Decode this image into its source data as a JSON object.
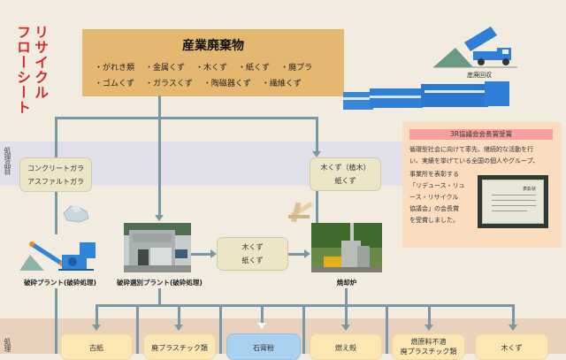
{
  "title": {
    "line1": "リサイクル",
    "line2": "フローシート"
  },
  "bands": {
    "upper_label": "処理品目",
    "lower_label": "処理"
  },
  "source": {
    "title": "産業廃棄物",
    "row1": [
      "・がれき類",
      "・金属くず",
      "・木くず",
      "・紙くず",
      "・廃プラ"
    ],
    "row2": [
      "・ゴムくず",
      "・ガラスくず",
      "・陶磁器くず",
      "・繊維くず"
    ]
  },
  "truck": {
    "label": "産廃回収"
  },
  "items": {
    "left": {
      "line1": "コンクリートガラ",
      "line2": "アスファルトガラ"
    },
    "right": {
      "line1": "木くず（植木）",
      "line2": "紙くず"
    },
    "middle": {
      "line1": "木くず",
      "line2": "紙くず"
    }
  },
  "plants": [
    {
      "label": "破砕プラント(破砕処理)"
    },
    {
      "label": "破砕選別プラント(破砕処理)"
    },
    {
      "label": "焼却炉"
    }
  ],
  "award": {
    "title": "3R協議会会長賞受賞",
    "lines_full": [
      "循環型社会に向けて率先、継続的な活動を行",
      "い、実績を挙げている全国の個人やグループ、"
    ],
    "lines_short": [
      "事業所を表彰する",
      "「リデュース・リュ",
      "ース・リサイクル",
      "協議会」の会長賞",
      "を受賞しました。"
    ],
    "certificate_heading": "表彰状"
  },
  "outputs": [
    {
      "line1": "古紙",
      "line2": "",
      "color": "#fbe6b4"
    },
    {
      "line1": "廃プラスチック類",
      "line2": "",
      "color": "#fbe6b4"
    },
    {
      "line1": "石膏粉",
      "line2": "",
      "color": "#a8d2ef"
    },
    {
      "line1": "燃え殻",
      "line2": "",
      "color": "#fbe6b4"
    },
    {
      "line1": "燃原料不適",
      "line2": "廃プラスチック類",
      "color": "#fbe6b4"
    },
    {
      "line1": "木くず",
      "line2": "",
      "color": "#fbe6b4"
    }
  ],
  "colors": {
    "background": "#f2ece0",
    "source_box": "#e5b872",
    "connector": "#7a98a4",
    "title_red": "#d4282a",
    "award_bg": "#fcdcbf",
    "award_title_bg": "#f8a0a0"
  }
}
